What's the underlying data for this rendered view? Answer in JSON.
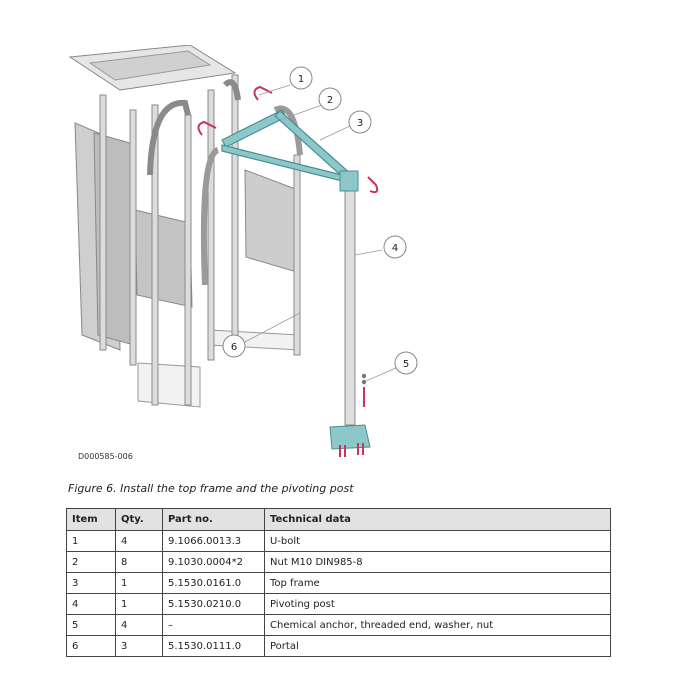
{
  "figure": {
    "drawing_id": "D000585-006",
    "caption": "Figure 6. Install the top frame and the pivoting post",
    "callouts": [
      "1",
      "2",
      "3",
      "4",
      "5",
      "6"
    ]
  },
  "table": {
    "headers": [
      "Item",
      "Qty.",
      "Part no.",
      "Technical data"
    ],
    "rows": [
      [
        "1",
        "4",
        "9.1066.0013.3",
        "U-bolt"
      ],
      [
        "2",
        "8",
        "9.1030.0004*2",
        "Nut M10 DIN985-8"
      ],
      [
        "3",
        "1",
        "5.1530.0161.0",
        "Top frame"
      ],
      [
        "4",
        "1",
        "5.1530.0210.0",
        "Pivoting post"
      ],
      [
        "5",
        "4",
        "–",
        "Chemical anchor, threaded end, washer, nut"
      ],
      [
        "6",
        "3",
        "5.1530.0111.0",
        "Portal"
      ]
    ]
  },
  "colors": {
    "frame_teal": "#8cc7c9",
    "frame_outline": "#4a8f93",
    "ubolt": "#c8345a",
    "steel": "#d9d9d9",
    "panel": "#c9c9c9"
  }
}
